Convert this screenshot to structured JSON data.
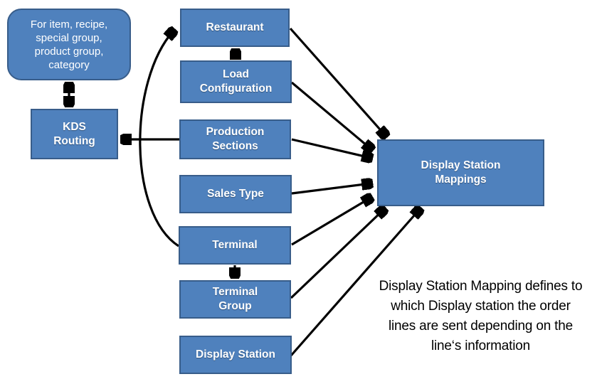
{
  "colors": {
    "box_fill": "#4f81bd",
    "box_border": "#385d8a",
    "arrow_color": "#000000",
    "label_color": "#ffffff",
    "annotation_color": "#000000",
    "canvas_bg": "#ffffff"
  },
  "note": {
    "label": "For item, recipe,\nspecial group,\nproduct group,\ncategory"
  },
  "nodes": {
    "kds_routing": {
      "label": "KDS\nRouting"
    },
    "restaurant": {
      "label": "Restaurant"
    },
    "load_configuration": {
      "label": "Load\nConfiguration"
    },
    "production_sections": {
      "label": "Production\nSections"
    },
    "sales_type": {
      "label": "Sales Type"
    },
    "terminal": {
      "label": "Terminal"
    },
    "terminal_group": {
      "label": "Terminal\nGroup"
    },
    "display_station": {
      "label": "Display Station"
    },
    "display_station_mappings": {
      "label": "Display Station\nMappings"
    }
  },
  "annotation": {
    "text": "Display Station Mapping defines to\nwhich Display station the order\nlines are sent depending on the\nline‘s information"
  },
  "edges": [
    {
      "from": "note",
      "to": "kds_routing",
      "type": "bidirectional"
    },
    {
      "from": "production_sections",
      "to": "kds_routing",
      "type": "arrow"
    },
    {
      "from": "load_configuration",
      "to": "restaurant",
      "type": "arrow"
    },
    {
      "from": "terminal",
      "to": "restaurant",
      "type": "curved-arrow"
    },
    {
      "from": "terminal",
      "to": "terminal_group",
      "type": "arrow"
    },
    {
      "from": "restaurant",
      "to": "display_station_mappings",
      "type": "arrow"
    },
    {
      "from": "load_configuration",
      "to": "display_station_mappings",
      "type": "arrow"
    },
    {
      "from": "production_sections",
      "to": "display_station_mappings",
      "type": "arrow"
    },
    {
      "from": "sales_type",
      "to": "display_station_mappings",
      "type": "arrow"
    },
    {
      "from": "terminal",
      "to": "display_station_mappings",
      "type": "arrow"
    },
    {
      "from": "terminal_group",
      "to": "display_station_mappings",
      "type": "arrow"
    },
    {
      "from": "display_station",
      "to": "display_station_mappings",
      "type": "arrow"
    }
  ]
}
